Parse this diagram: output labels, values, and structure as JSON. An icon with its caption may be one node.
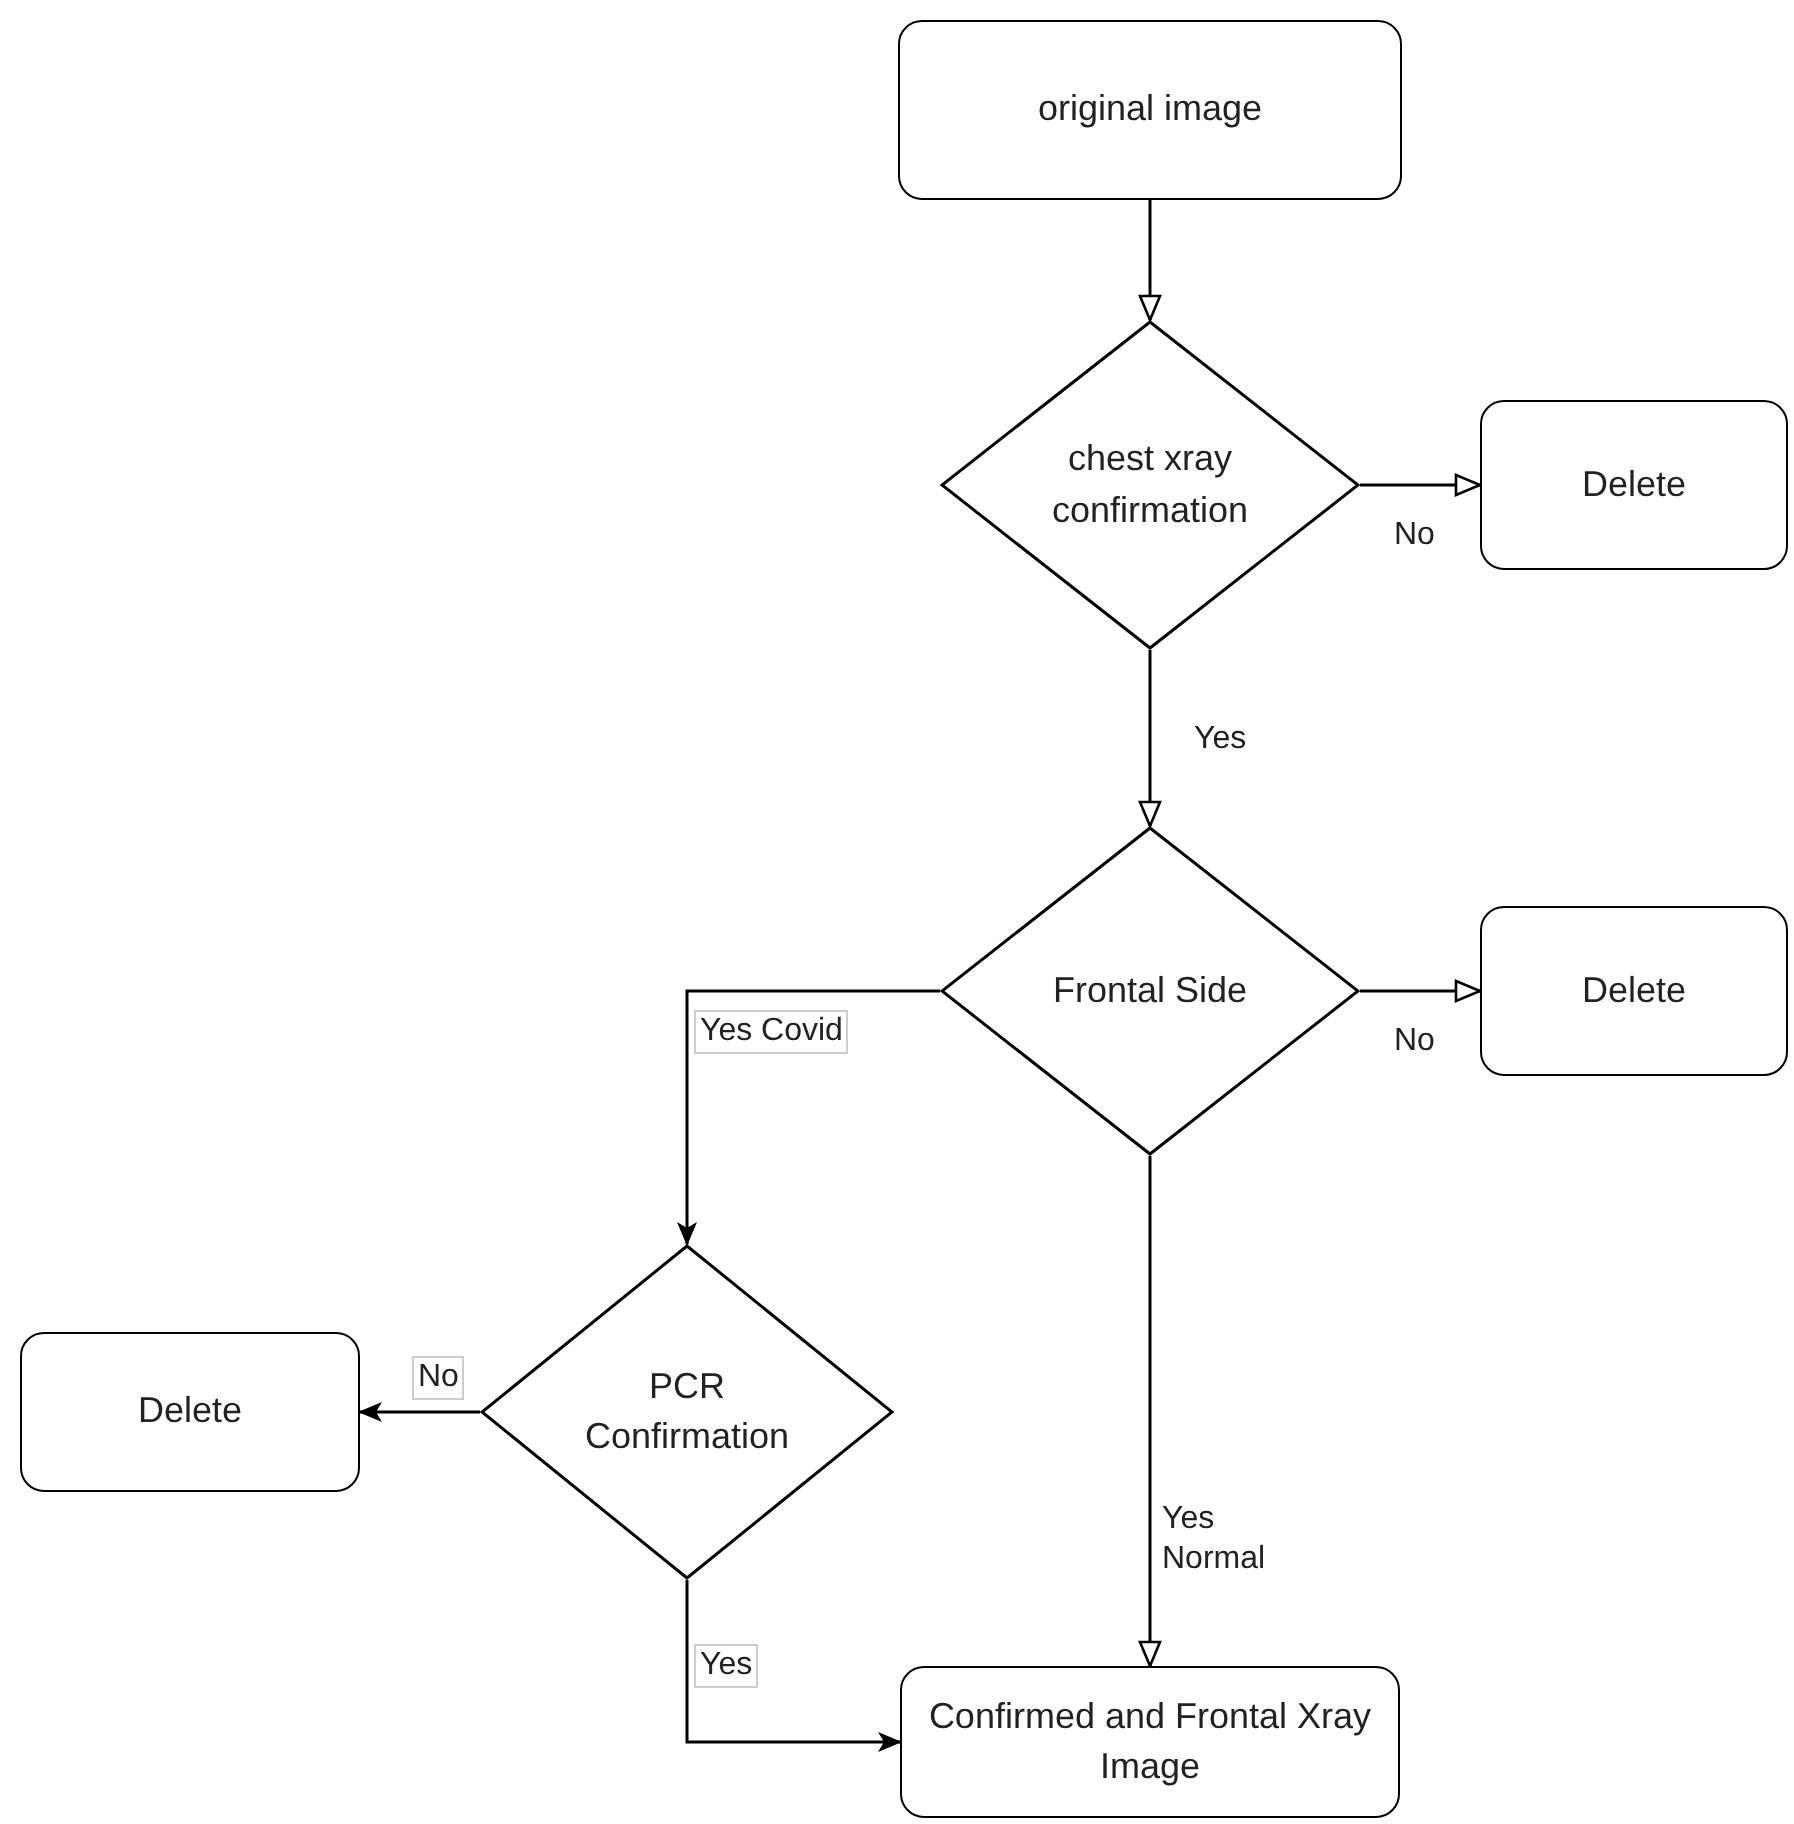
{
  "diagram": {
    "nodes": [
      {
        "text": [
          "original image"
        ]
      },
      {
        "text": [
          "chest xray confirmation"
        ]
      },
      {
        "text": [
          "Delete"
        ]
      },
      {
        "text": [
          "Frontal Side"
        ]
      },
      {
        "text": [
          "Delete"
        ]
      },
      {
        "text": [
          "PCR Confirmation"
        ]
      },
      {
        "text": [
          "Delete"
        ]
      },
      {
        "text": [
          "Confirmed and Frontal Xray Image"
        ]
      }
    ],
    "edges": [
      {
        "from": 0,
        "to": 1,
        "arrow": "to"
      },
      {
        "from": 1,
        "to": 2,
        "arrow": "to",
        "label": "No"
      },
      {
        "from": 1,
        "to": 3,
        "arrow": "to",
        "label": "Yes"
      },
      {
        "from": 3,
        "to": 4,
        "arrow": "to",
        "label": "No"
      },
      {
        "from": 3,
        "to": 5,
        "arrow": "to",
        "label": "Yes Covid"
      },
      {
        "from": 5,
        "to": 6,
        "arrow": "to",
        "label": "No"
      },
      {
        "from": 5,
        "to": 7,
        "arrow": "to",
        "label": "Yes"
      },
      {
        "from": 3,
        "to": 7,
        "arrow": "to",
        "label": "Yes Normal"
      }
    ]
  }
}
